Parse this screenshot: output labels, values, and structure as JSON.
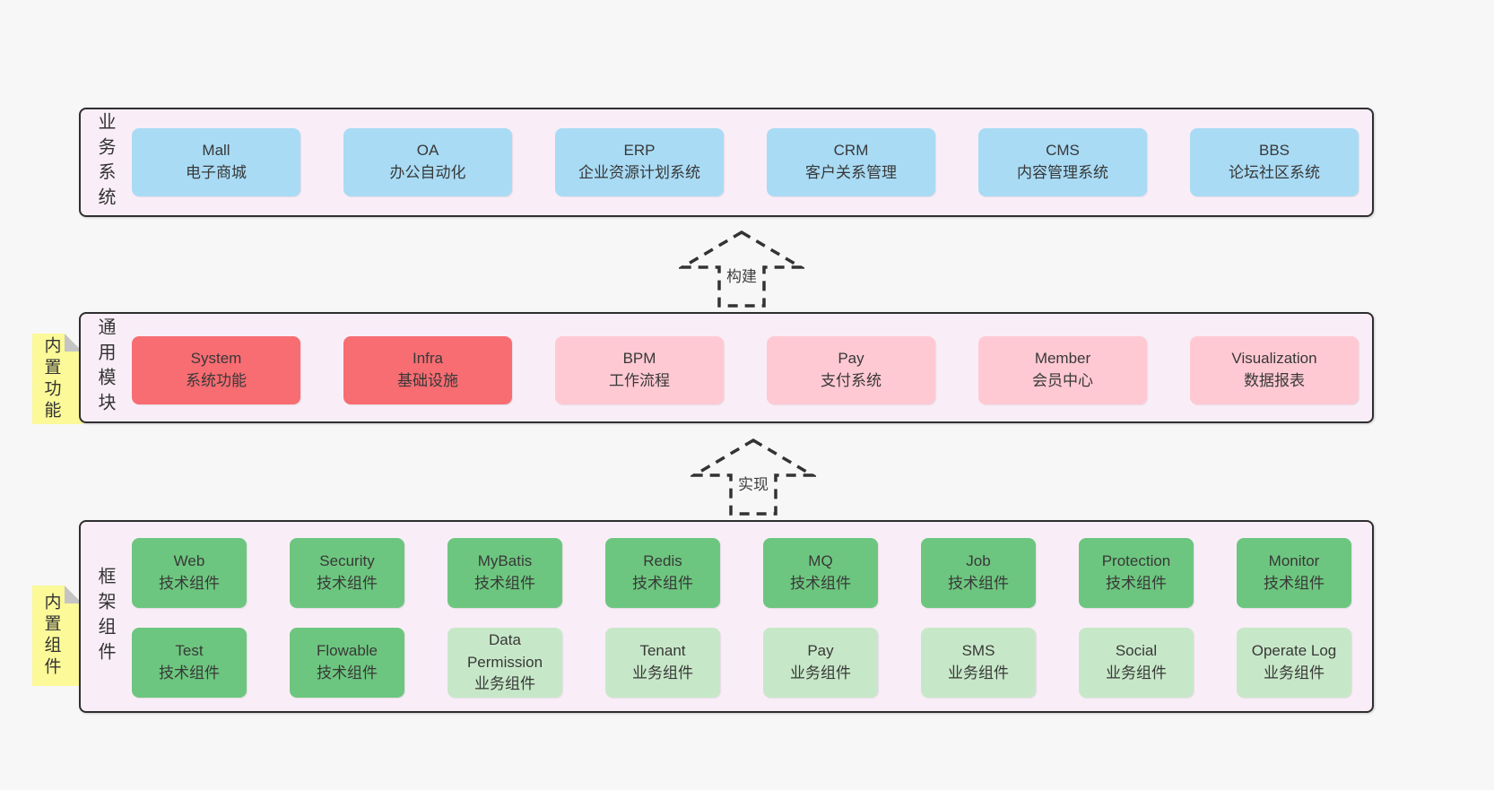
{
  "colors": {
    "page_bg": "#f7f7f7",
    "panel_bg": "#f9eef7",
    "panel_border": "#2f2f2f",
    "box_blue": "#a9dbf5",
    "box_red": "#f76d72",
    "box_pink": "#ffc9d3",
    "box_green": "#6dc67f",
    "box_green_light": "#c7e8c8",
    "note_yellow": "#fbf998",
    "note_fold_gray": "#c4c4c4",
    "text": "#383838"
  },
  "arrows": [
    {
      "label": "构建"
    },
    {
      "label": "实现"
    }
  ],
  "sections": [
    {
      "id": "business",
      "label": "业务系统",
      "boxes": [
        {
          "title": "Mall",
          "subtitle": "电子商城"
        },
        {
          "title": "OA",
          "subtitle": "办公自动化"
        },
        {
          "title": "ERP",
          "subtitle": "企业资源计划系统"
        },
        {
          "title": "CRM",
          "subtitle": "客户关系管理"
        },
        {
          "title": "CMS",
          "subtitle": "内容管理系统"
        },
        {
          "title": "BBS",
          "subtitle": "论坛社区系统"
        }
      ]
    },
    {
      "id": "modules",
      "label": "通用模块",
      "note": "内置功能",
      "boxes": [
        {
          "title": "System",
          "subtitle": "系统功能"
        },
        {
          "title": "Infra",
          "subtitle": "基础设施"
        },
        {
          "title": "BPM",
          "subtitle": "工作流程"
        },
        {
          "title": "Pay",
          "subtitle": "支付系统"
        },
        {
          "title": "Member",
          "subtitle": "会员中心"
        },
        {
          "title": "Visualization",
          "subtitle": "数据报表"
        }
      ]
    },
    {
      "id": "components",
      "label": "框架组件",
      "note": "内置组件",
      "rows": [
        [
          {
            "title": "Web",
            "subtitle": "技术组件"
          },
          {
            "title": "Security",
            "subtitle": "技术组件"
          },
          {
            "title": "MyBatis",
            "subtitle": "技术组件"
          },
          {
            "title": "Redis",
            "subtitle": "技术组件"
          },
          {
            "title": "MQ",
            "subtitle": "技术组件"
          },
          {
            "title": "Job",
            "subtitle": "技术组件"
          },
          {
            "title": "Protection",
            "subtitle": "技术组件"
          },
          {
            "title": "Monitor",
            "subtitle": "技术组件"
          }
        ],
        [
          {
            "title": "Test",
            "subtitle": "技术组件"
          },
          {
            "title": "Flowable",
            "subtitle": "技术组件"
          },
          {
            "title": "Data Permission",
            "subtitle": "业务组件"
          },
          {
            "title": "Tenant",
            "subtitle": "业务组件"
          },
          {
            "title": "Pay",
            "subtitle": "业务组件"
          },
          {
            "title": "SMS",
            "subtitle": "业务组件"
          },
          {
            "title": "Social",
            "subtitle": "业务组件"
          },
          {
            "title": "Operate Log",
            "subtitle": "业务组件"
          }
        ]
      ]
    }
  ]
}
